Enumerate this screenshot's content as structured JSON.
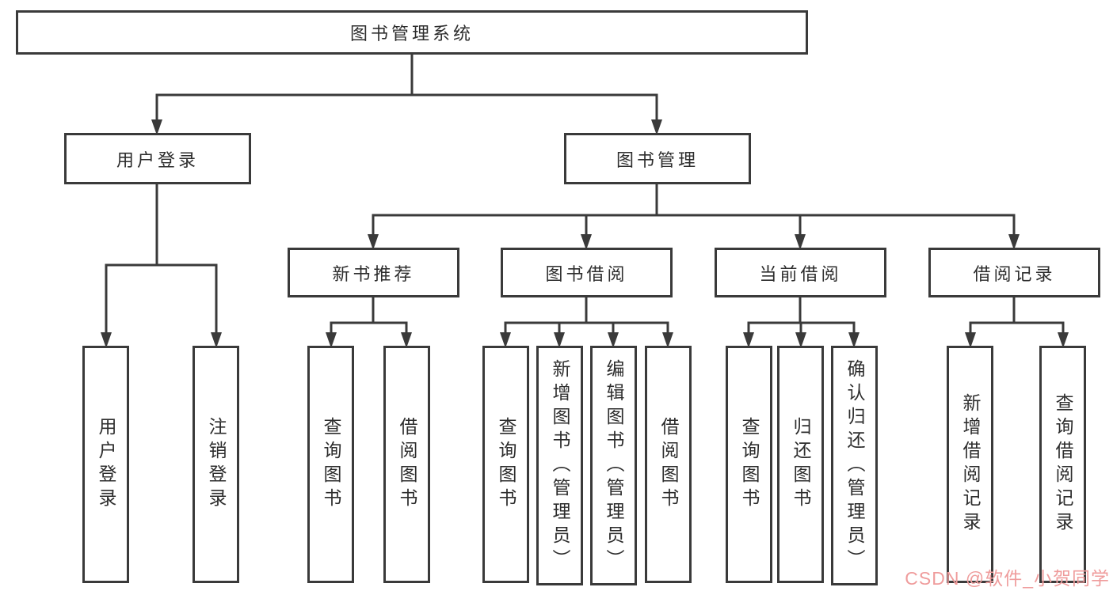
{
  "tree": {
    "root": {
      "label": "图书管理系统"
    },
    "branches": [
      {
        "label": "用户登录",
        "children": [
          {
            "label": "用户登录"
          },
          {
            "label": "注销登录"
          }
        ]
      },
      {
        "label": "图书管理",
        "children": [
          {
            "label": "新书推荐",
            "children": [
              {
                "label": "查询图书"
              },
              {
                "label": "借阅图书"
              }
            ]
          },
          {
            "label": "图书借阅",
            "children": [
              {
                "label": "查询图书"
              },
              {
                "label": "新增图书（管理员）"
              },
              {
                "label": "编辑图书（管理员）"
              },
              {
                "label": "借阅图书"
              }
            ]
          },
          {
            "label": "当前借阅",
            "children": [
              {
                "label": "查询图书"
              },
              {
                "label": "归还图书"
              },
              {
                "label": "确认归还（管理员）"
              }
            ]
          },
          {
            "label": "借阅记录",
            "children": [
              {
                "label": "新增借阅记录"
              },
              {
                "label": "查询借阅记录"
              }
            ]
          }
        ]
      }
    ]
  },
  "watermark": {
    "text": "CSDN @软件_小贺同学"
  },
  "colors": {
    "line": "#3a3a3a",
    "box_border": "#3a3a3a",
    "text": "#2d2d2d",
    "watermark": "#ef9c9c",
    "background": "#ffffff"
  }
}
